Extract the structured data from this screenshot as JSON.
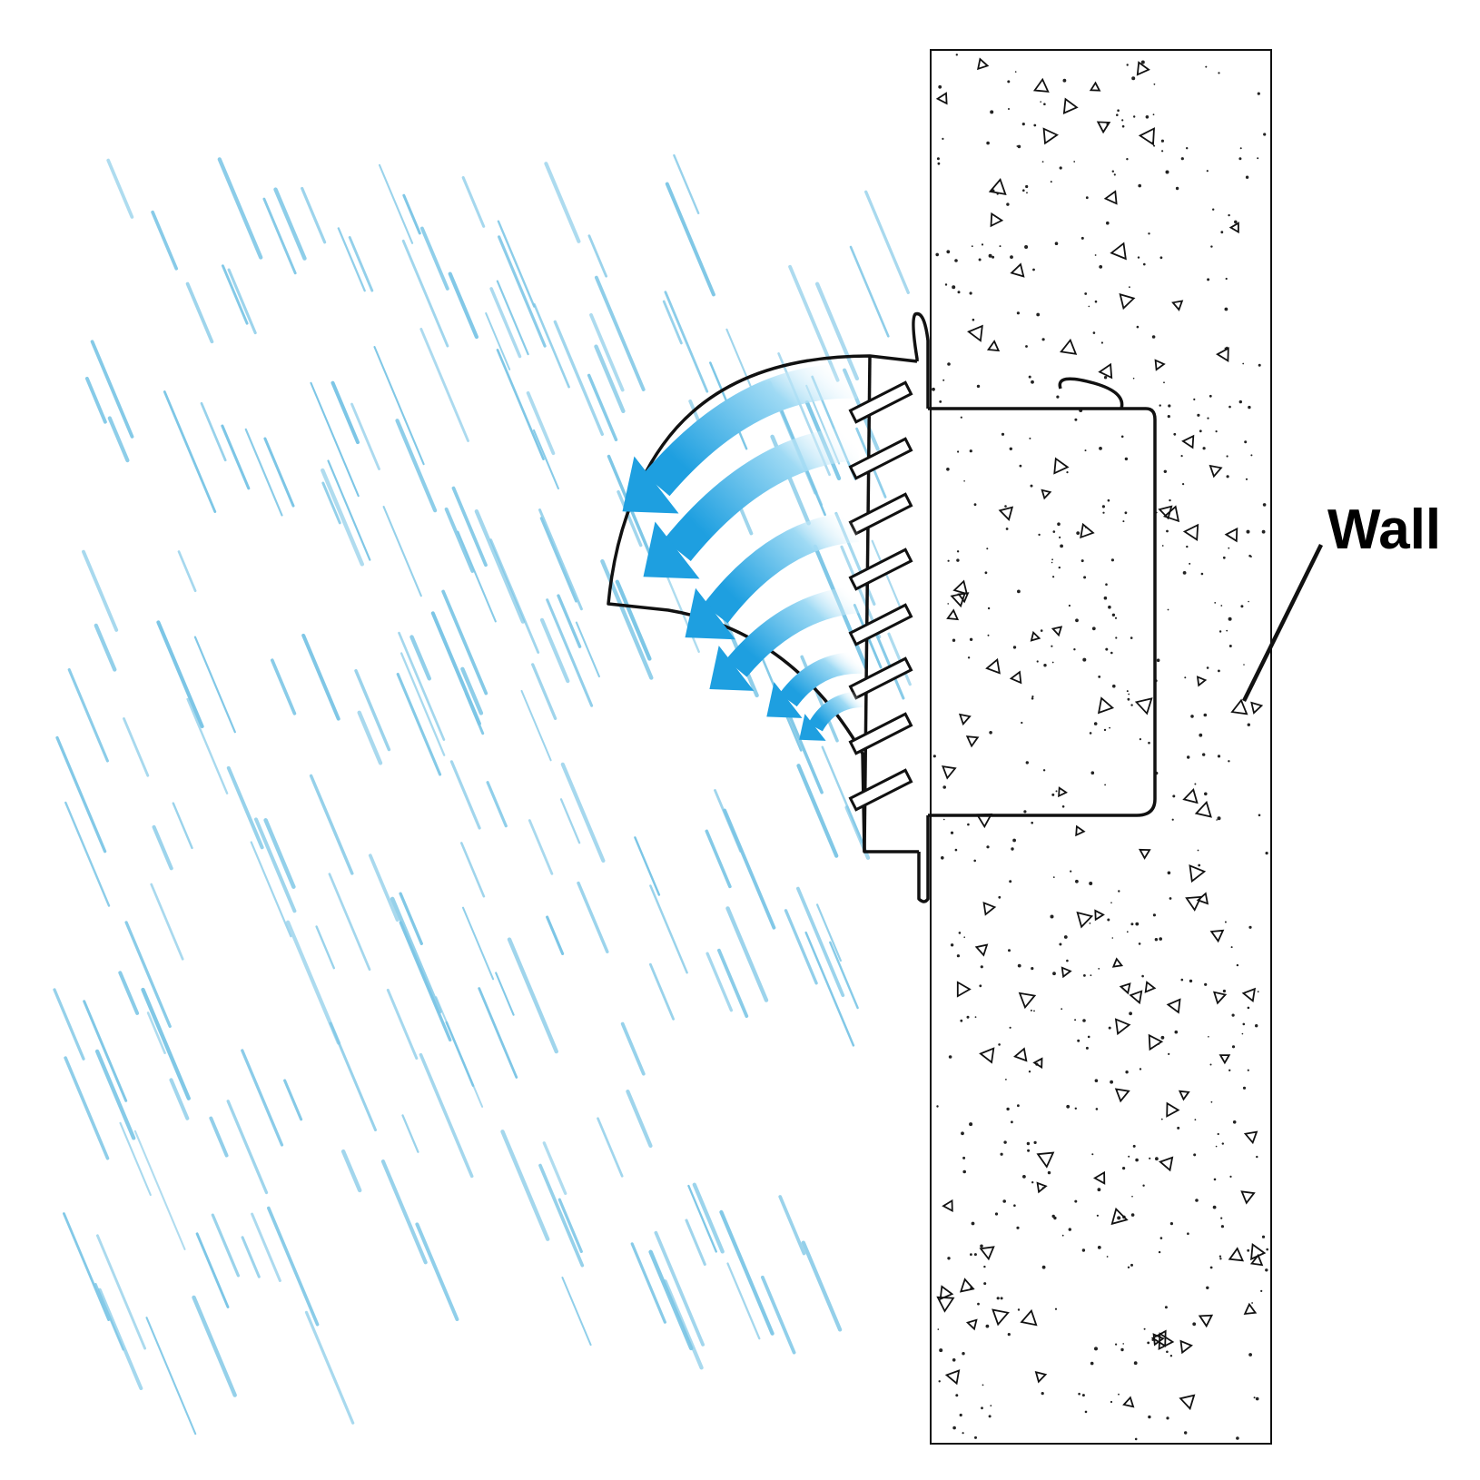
{
  "labels": {
    "wall": "Wall"
  },
  "colors": {
    "background": "#ffffff",
    "wall_fill": "#ffffff",
    "outline": "#111111",
    "rain": "#7cc6e6",
    "airflow_light": "#d8f1fb",
    "airflow_dark": "#1e9fe0",
    "speckle": "#222222"
  },
  "icons": {
    "rain": "rain-streaks",
    "airflow": "curved-arrow-left",
    "vent": "louvered-wall-vent",
    "wall": "concrete-wall-section"
  }
}
